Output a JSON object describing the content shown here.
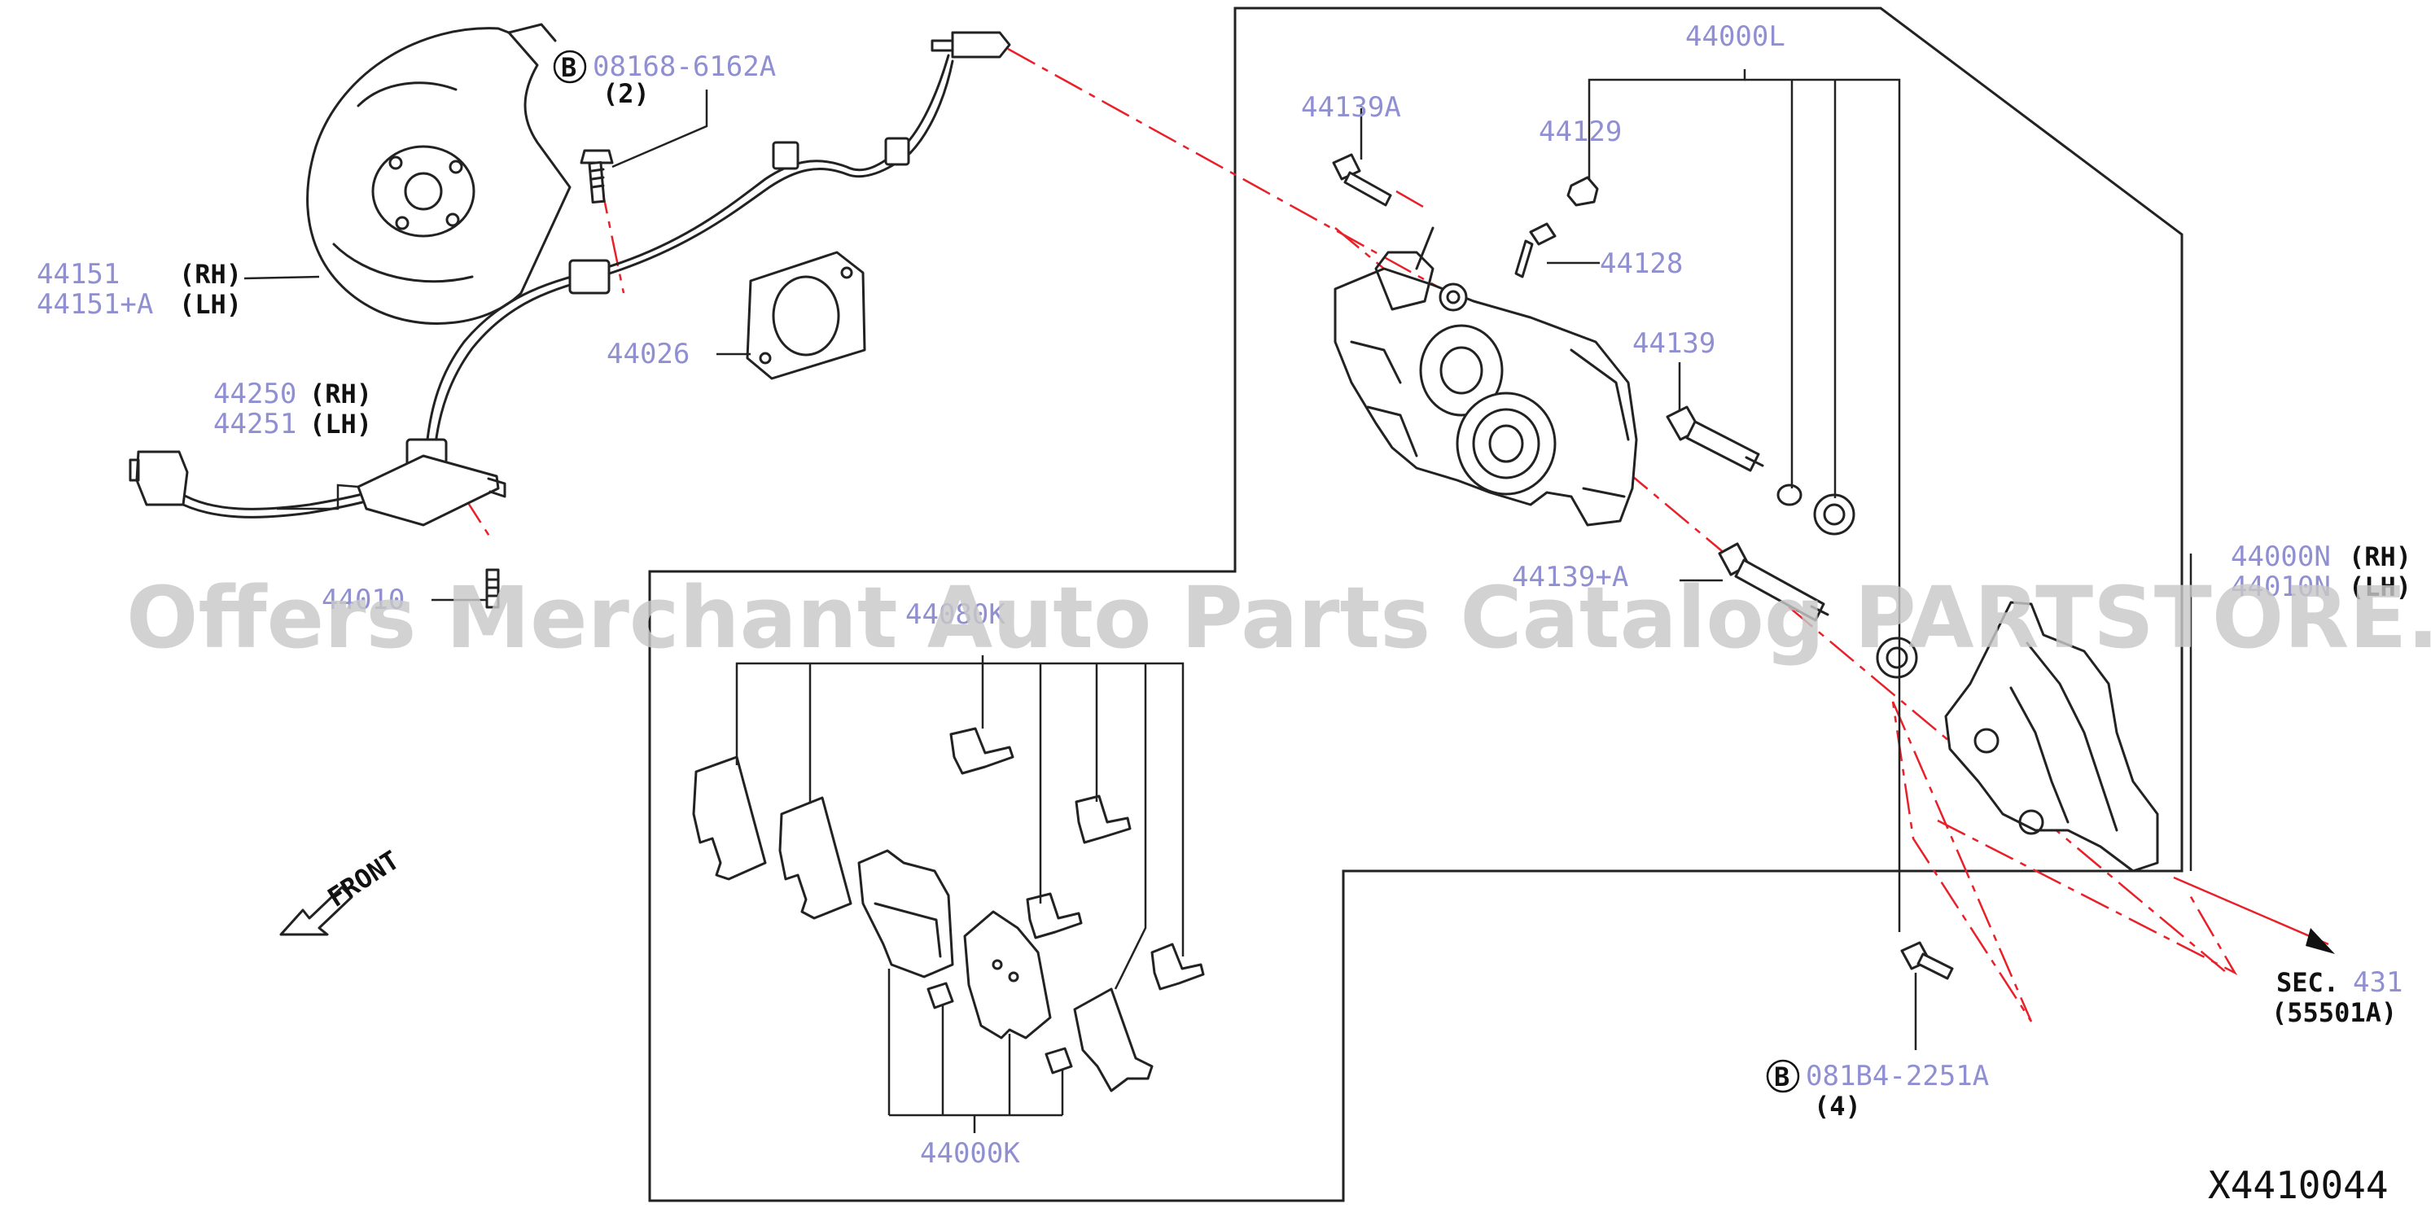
{
  "labels": {
    "shield_rh_num": "44151",
    "shield_rh_side": "(RH)",
    "shield_lh_num": "44151+A",
    "shield_lh_side": "(LH)",
    "bolt_top_code": "08168-6162A",
    "bolt_top_qty": "(2)",
    "plate": "44026",
    "sensor_rh_num": "44250",
    "sensor_rh_side": "(RH)",
    "sensor_lh_num": "44251",
    "sensor_lh_side": "(LH)",
    "screw": "44010",
    "front": "FRONT",
    "cal_assy": "44000L",
    "pin_a": "44139A",
    "bleeder_cap": "44129",
    "bleeder": "44128",
    "pin": "44139",
    "pin_lh": "44139+A",
    "bracket_rh_num": "44000N",
    "bracket_rh_side": "(RH)",
    "bracket_lh_num": "44010N",
    "bracket_lh_side": "(LH)",
    "pad_kit": "44080K",
    "pad_assy": "44000K",
    "sec_prefix": "SEC.",
    "sec_num": "431",
    "sec_ref": "(55501A)",
    "bolt_bot_code": "081B4-2251A",
    "bolt_bot_qty": "(4)",
    "bolt_symbol": "B",
    "diagram_code": "X4410044"
  },
  "watermark": "Offers Merchant Auto Parts Catalog PARTSTORE.SA",
  "colors": {
    "part_number": "#8f8fd2",
    "line": "#222222",
    "centerline": "#e8202a",
    "watermark": "#c9c9c9"
  }
}
